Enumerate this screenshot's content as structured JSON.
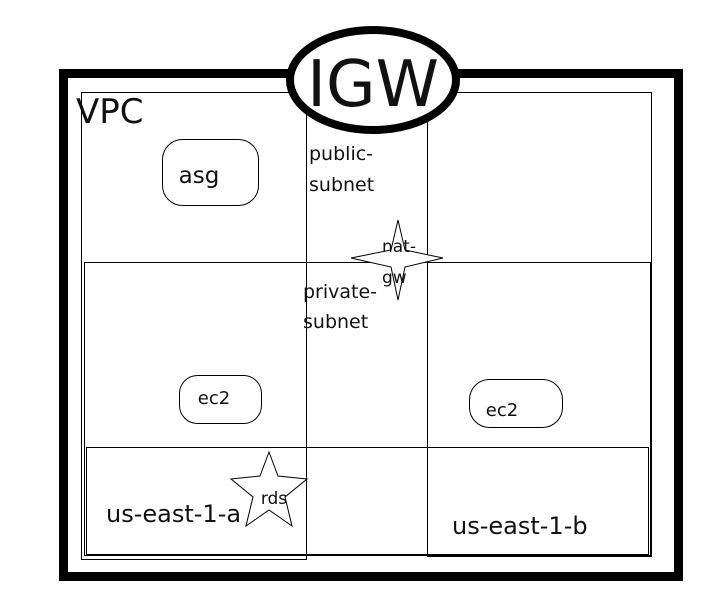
{
  "vpc": {
    "label": "VPC"
  },
  "igw": {
    "label": "IGW"
  },
  "subnets": {
    "public_label": [
      "public-",
      "subnet"
    ],
    "private_label": [
      "private-",
      "subnet"
    ]
  },
  "zones": {
    "a": "us-east-1-a",
    "b": "us-east-1-b"
  },
  "nodes": {
    "asg": "asg",
    "ec2_a": "ec2",
    "ec2_b": "ec2",
    "nat_gw": [
      "nat-",
      "gw"
    ],
    "rds": "rds"
  }
}
